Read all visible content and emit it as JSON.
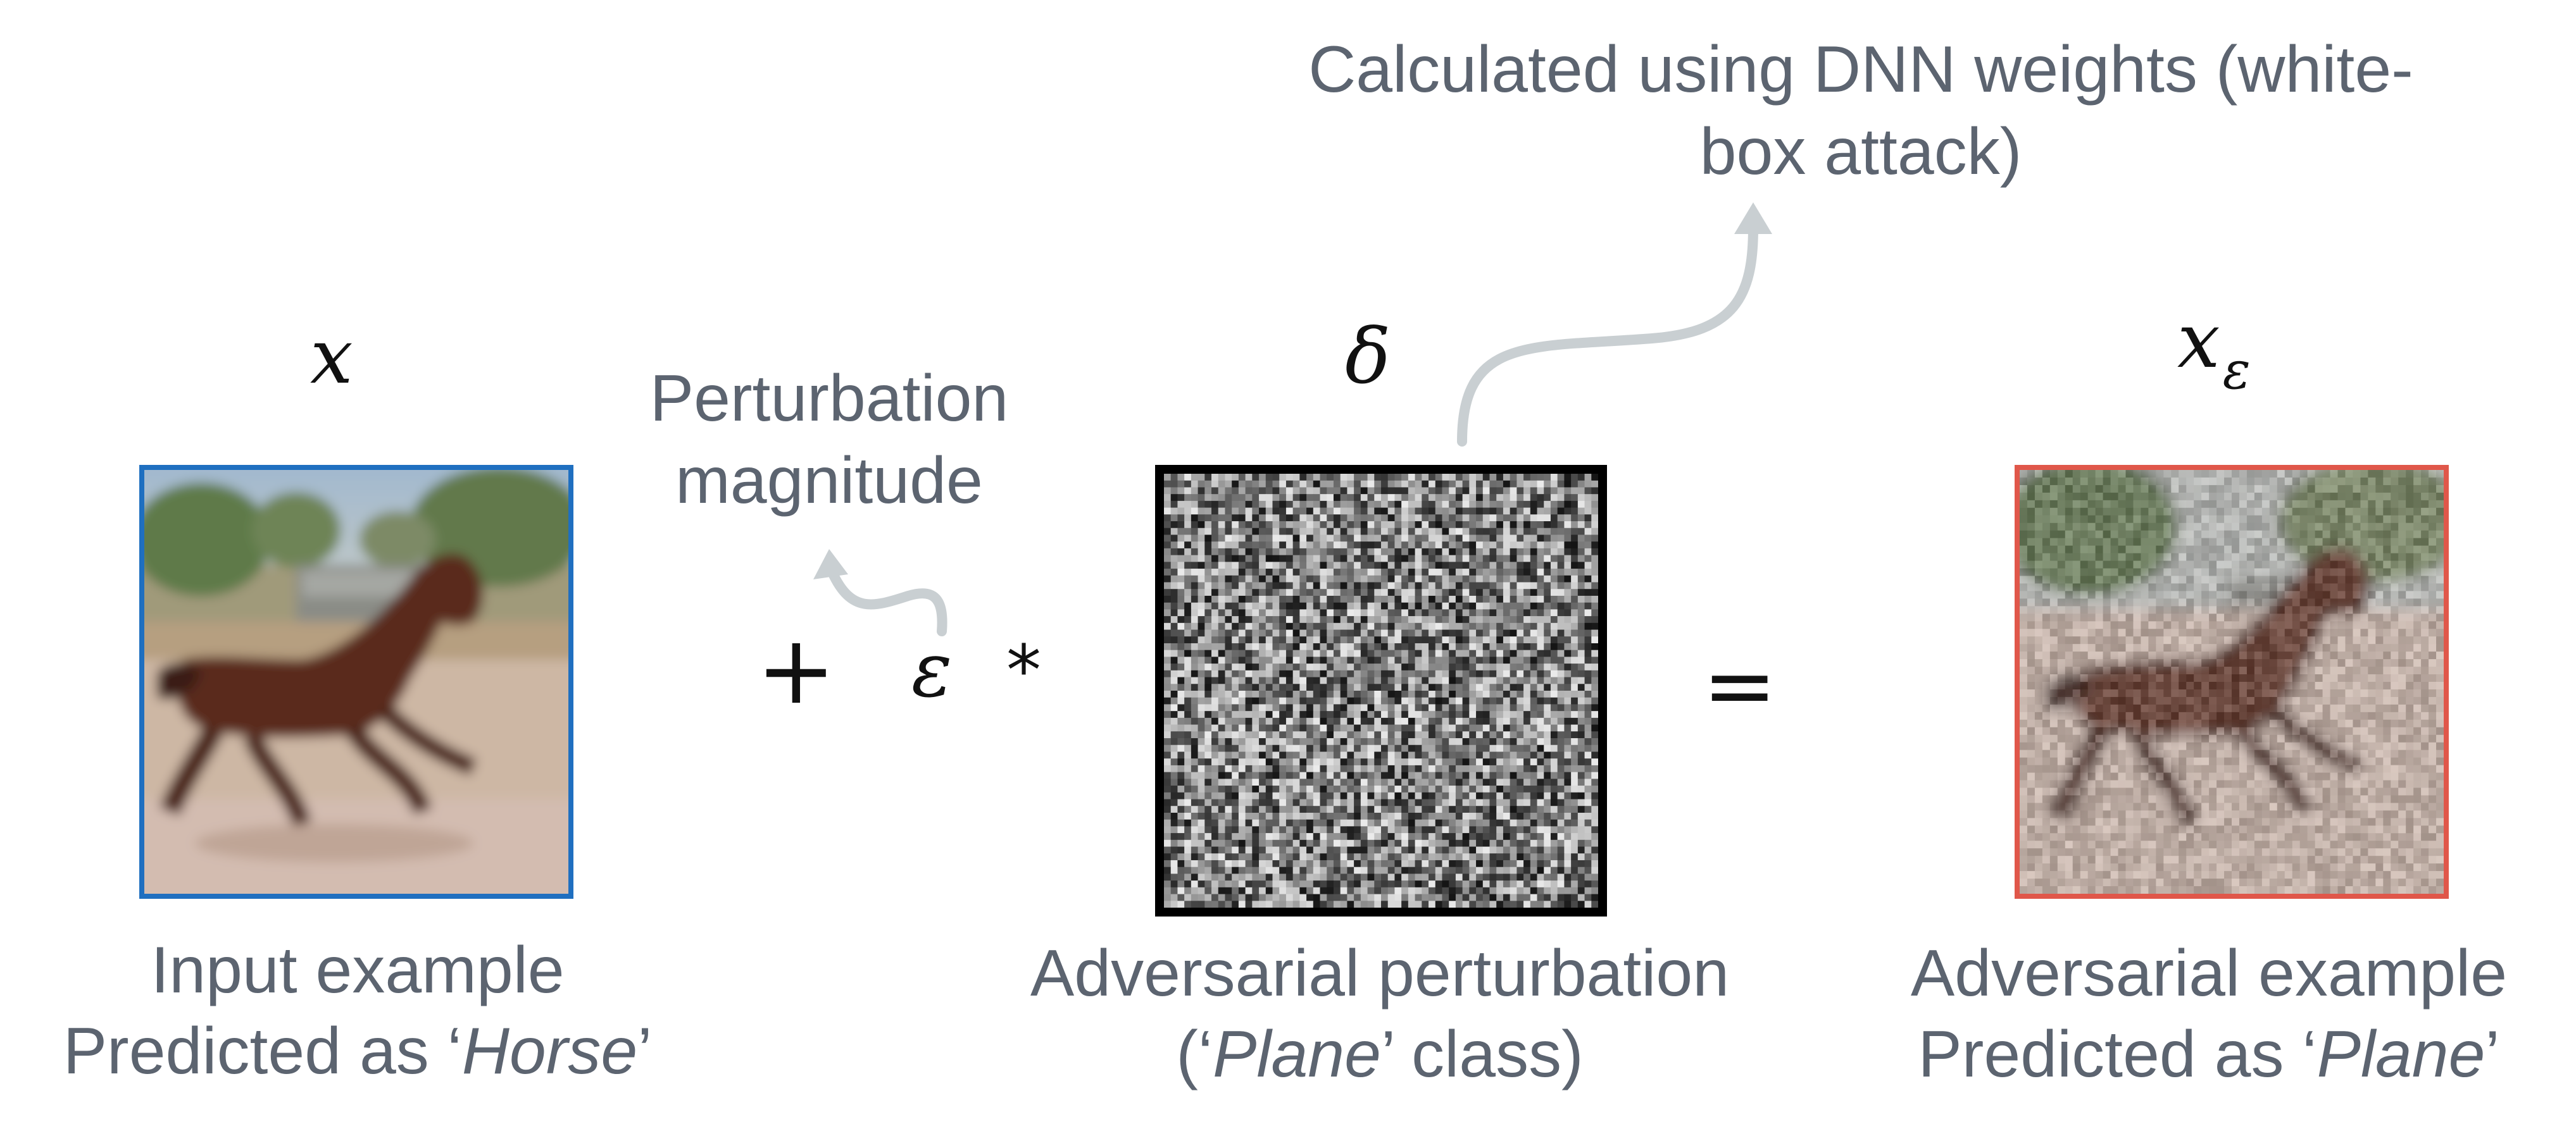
{
  "labels": {
    "input_symbol": "𝑥",
    "perturbation_symbol": "δ",
    "adversarial_symbol": "𝑥",
    "adversarial_subscript": "ε",
    "epsilon_symbol": "ε",
    "plus": "+",
    "times": "*",
    "equals": "="
  },
  "annotations": {
    "magnitude_line1": "Perturbation",
    "magnitude_line2": "magnitude",
    "weights_line1": "Calculated using DNN weights (white-",
    "weights_line2": "box attack)"
  },
  "captions": {
    "input_line1": "Input example",
    "input_line2_prefix": "Predicted as ‘",
    "input_line2_class": "Horse",
    "input_line2_suffix": "’",
    "perturbation_line1": "Adversarial perturbation",
    "perturbation_line2_prefix": "(‘",
    "perturbation_line2_class": "Plane",
    "perturbation_line2_suffix": "’ class)",
    "adversarial_line1": "Adversarial example",
    "adversarial_line2_prefix": "Predicted as ‘",
    "adversarial_line2_class": "Plane",
    "adversarial_line2_suffix": "’"
  },
  "colors": {
    "input_frame": "#1f6fc0",
    "adversarial_frame": "#e0574a",
    "perturbation_frame": "#000000",
    "arrow": "#c9cfd2",
    "text_gray": "#5c6470"
  }
}
